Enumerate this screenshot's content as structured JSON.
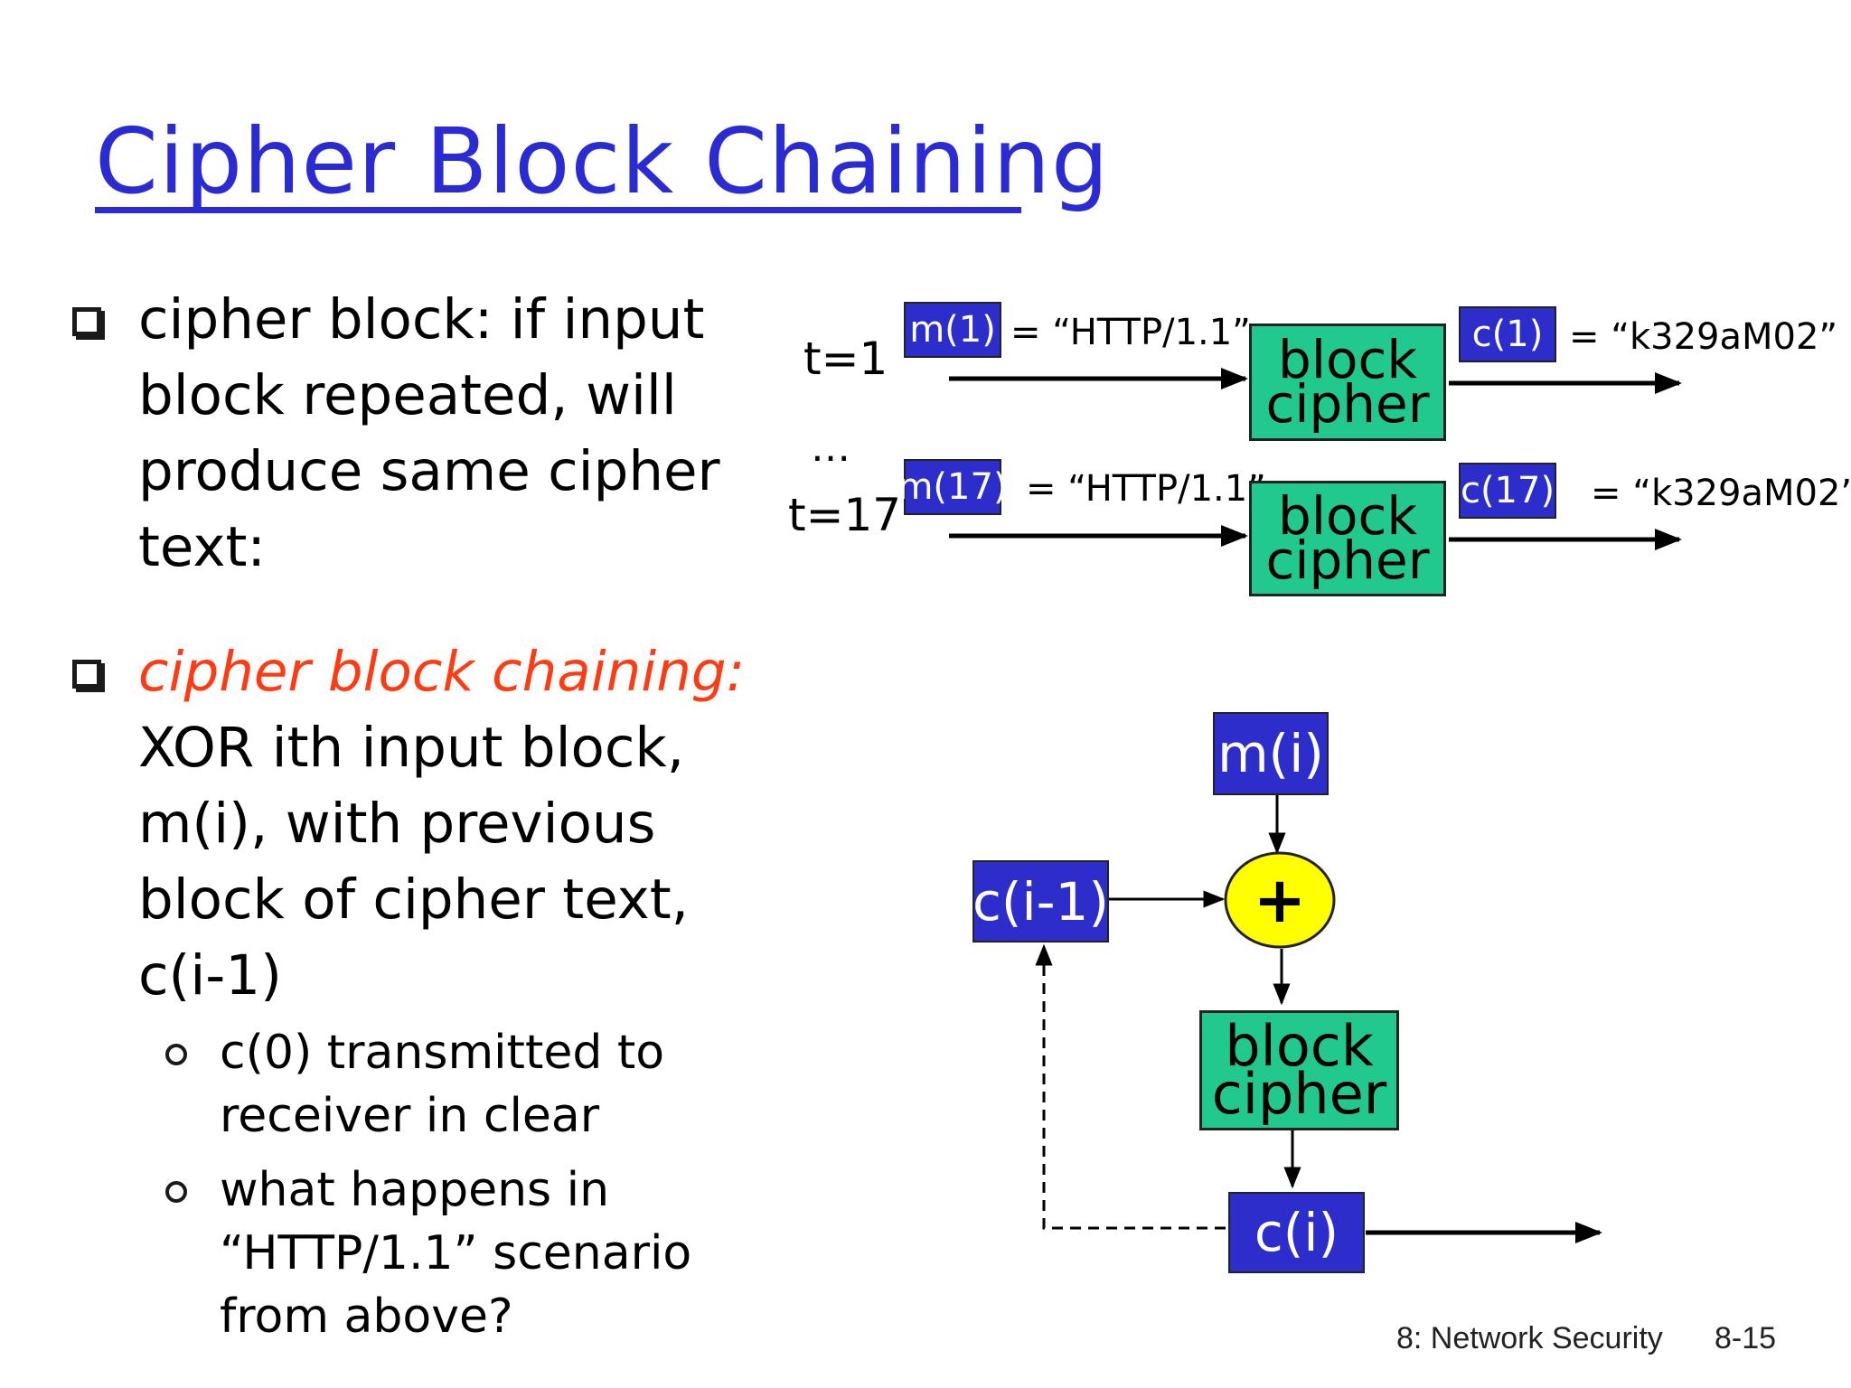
{
  "slide": {
    "title": "Cipher Block Chaining"
  },
  "bullets": [
    {
      "lines": [
        "cipher block: if input",
        "block repeated, will",
        "produce same cipher",
        "text:"
      ]
    },
    {
      "highlight": "cipher block chaining:",
      "lines": [
        "XOR ith input block,",
        "m(i), with previous",
        "block of cipher text,",
        "c(i-1)"
      ]
    }
  ],
  "sub_bullets": [
    {
      "lines": [
        "c(0) transmitted to",
        "receiver in clear"
      ]
    },
    {
      "lines": [
        "what happens in",
        "“HTTP/1.1” scenario",
        "from above?"
      ]
    }
  ],
  "ecb_diagram": {
    "rows": [
      {
        "time": "t=1",
        "input": "m(1)",
        "input_value": "= “HTTP/1.1”",
        "box_line1": "block",
        "box_line2": "cipher",
        "output": "c(1)",
        "output_value": "= “k329aM02”"
      },
      {
        "time": "t=17",
        "input": "m(17)",
        "input_value": "= “HTTP/1.1”",
        "box_line1": "block",
        "box_line2": "cipher",
        "output": "c(17)",
        "output_value": "= “k329aM02”"
      }
    ],
    "ellipsis": "…"
  },
  "cbc_diagram": {
    "input": "m(i)",
    "previous": "c(i-1)",
    "xor_symbol": "+",
    "box_line1": "block",
    "box_line2": "cipher",
    "output": "c(i)"
  },
  "footer": {
    "chapter": "8: Network Security",
    "page": "8-15"
  },
  "colors": {
    "title": "#2b2bd4",
    "highlight": "#ff3b13",
    "label_fill": "#2d2dcc",
    "cipher_fill": "#22c98f",
    "xor_fill": "#ffff00"
  }
}
